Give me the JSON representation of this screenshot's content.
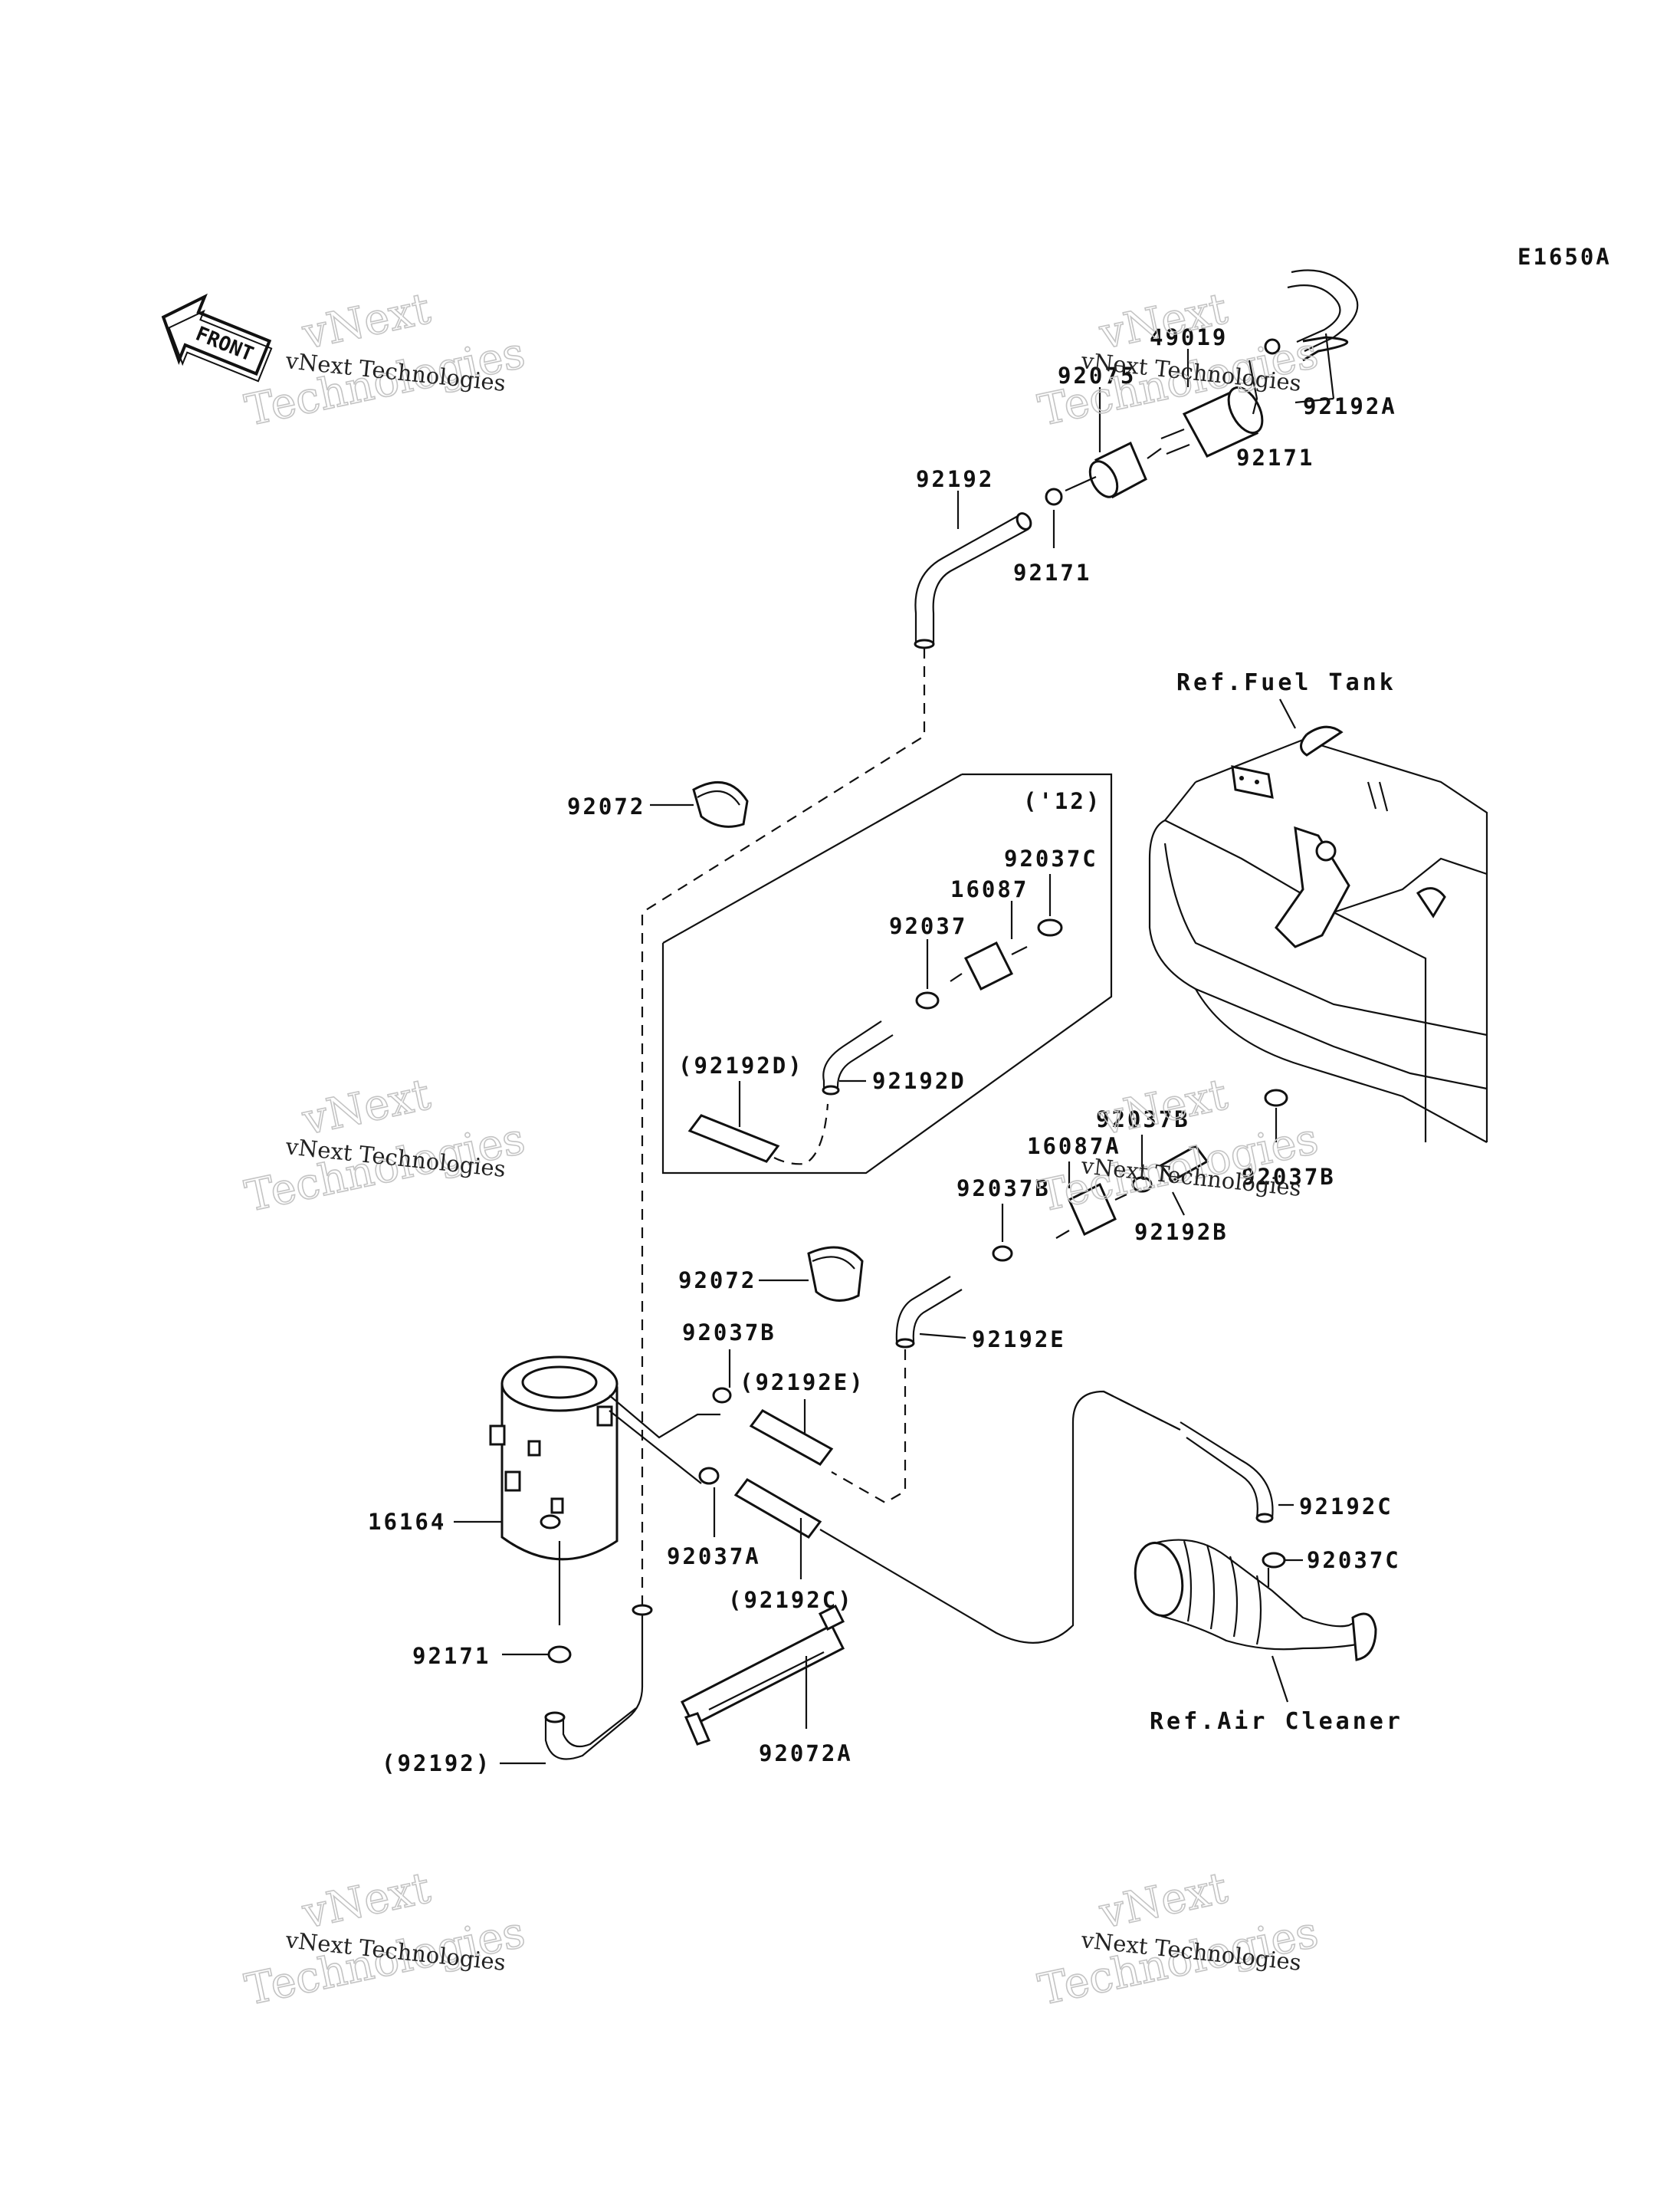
{
  "diagram_code": "E1650A",
  "front_label": "FRONT",
  "inset_label": "('12)",
  "references": {
    "fuel_tank": "Ref.Fuel Tank",
    "air_cleaner": "Ref.Air Cleaner"
  },
  "callouts": [
    "49019",
    "92075",
    "92192A",
    "92171",
    "92192",
    "92171",
    "92072",
    "92037C",
    "16087",
    "92037",
    "(92192D)",
    "92192D",
    "92037B",
    "16087A",
    "92037B",
    "92037B",
    "92192B",
    "92072",
    "92192E",
    "92037B",
    "(92192E)",
    "16164",
    "92192C",
    "92037C",
    "92037A",
    "(92192C)",
    "92171",
    "(92192)",
    "92072A"
  ],
  "watermark": {
    "text": "vNext Technologies",
    "line1": "vNext",
    "line2": "Technologies"
  }
}
